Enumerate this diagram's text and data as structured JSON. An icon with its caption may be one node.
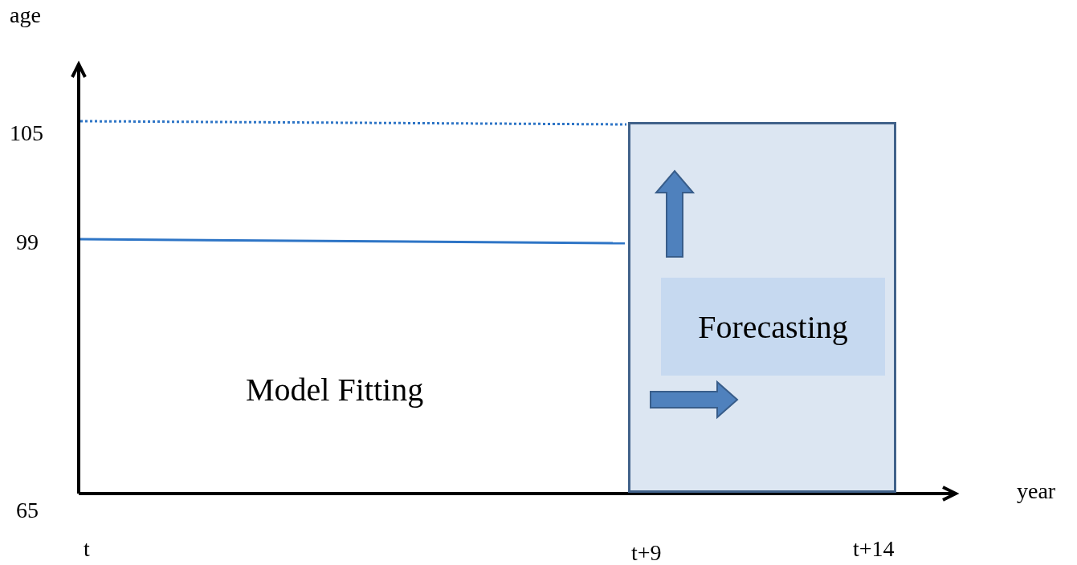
{
  "diagram": {
    "nodes": [
      {
        "text": [],
        "shape": "box"
      },
      {
        "text": [
          "Forecasting"
        ],
        "in": 0
      }
    ],
    "edges": [],
    "labels": [
      "age",
      "105",
      "99",
      "Model Fitting",
      "65",
      "year",
      "t",
      "t+9",
      "t+14"
    ]
  }
}
